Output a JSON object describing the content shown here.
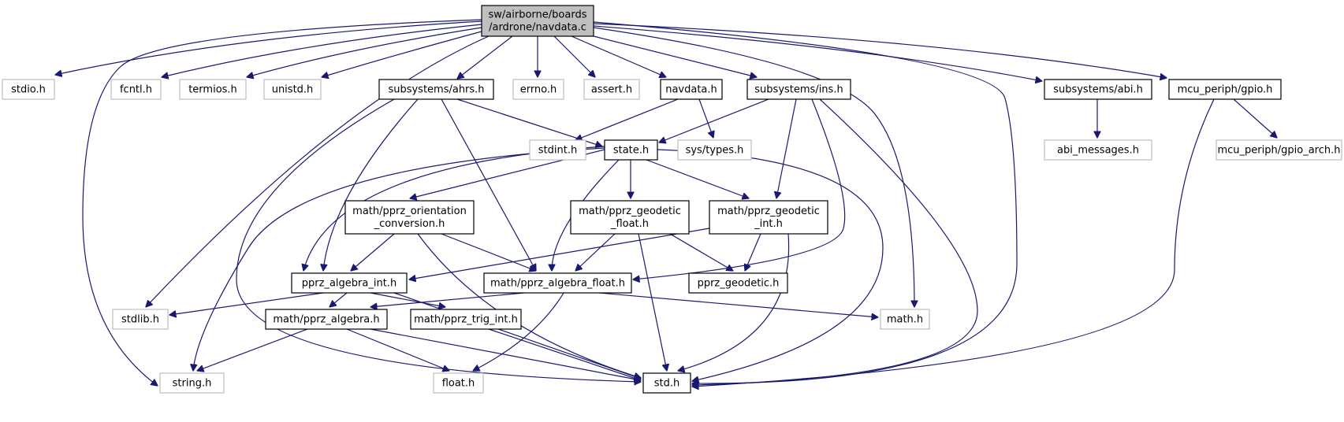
{
  "graph": {
    "root": "navdata_c",
    "colors": {
      "edge": "#191970",
      "root_fill": "#bfbfbf",
      "node_border": "#000000",
      "external_border": "#bfbfbf",
      "text": "#000000"
    },
    "nodes": [
      {
        "id": "navdata_c",
        "lines": [
          "sw/airborne/boards",
          "/ardrone/navdata.c"
        ],
        "kind": "root"
      },
      {
        "id": "stdio_h",
        "lines": [
          "stdio.h"
        ],
        "kind": "external"
      },
      {
        "id": "fcntl_h",
        "lines": [
          "fcntl.h"
        ],
        "kind": "external"
      },
      {
        "id": "termios_h",
        "lines": [
          "termios.h"
        ],
        "kind": "external"
      },
      {
        "id": "unistd_h",
        "lines": [
          "unistd.h"
        ],
        "kind": "external"
      },
      {
        "id": "ahrs_h",
        "lines": [
          "subsystems/ahrs.h"
        ],
        "kind": "internal"
      },
      {
        "id": "errno_h",
        "lines": [
          "errno.h"
        ],
        "kind": "external"
      },
      {
        "id": "assert_h",
        "lines": [
          "assert.h"
        ],
        "kind": "external"
      },
      {
        "id": "navdata_h",
        "lines": [
          "navdata.h"
        ],
        "kind": "internal"
      },
      {
        "id": "ins_h",
        "lines": [
          "subsystems/ins.h"
        ],
        "kind": "internal"
      },
      {
        "id": "abi_h",
        "lines": [
          "subsystems/abi.h"
        ],
        "kind": "internal"
      },
      {
        "id": "gpio_h",
        "lines": [
          "mcu_periph/gpio.h"
        ],
        "kind": "internal"
      },
      {
        "id": "stdint_h",
        "lines": [
          "stdint.h"
        ],
        "kind": "external"
      },
      {
        "id": "state_h",
        "lines": [
          "state.h"
        ],
        "kind": "internal"
      },
      {
        "id": "systypes_h",
        "lines": [
          "sys/types.h"
        ],
        "kind": "external"
      },
      {
        "id": "abimsg_h",
        "lines": [
          "abi_messages.h"
        ],
        "kind": "external"
      },
      {
        "id": "gpioarch_h",
        "lines": [
          "mcu_periph/gpio_arch.h"
        ],
        "kind": "external"
      },
      {
        "id": "orient_h",
        "lines": [
          "math/pprz_orientation",
          "_conversion.h"
        ],
        "kind": "internal"
      },
      {
        "id": "geofloat_h",
        "lines": [
          "math/pprz_geodetic",
          "_float.h"
        ],
        "kind": "internal"
      },
      {
        "id": "geoint_h",
        "lines": [
          "math/pprz_geodetic",
          "_int.h"
        ],
        "kind": "internal"
      },
      {
        "id": "algint_h",
        "lines": [
          "pprz_algebra_int.h"
        ],
        "kind": "internal"
      },
      {
        "id": "algfloat_h",
        "lines": [
          "math/pprz_algebra_float.h"
        ],
        "kind": "internal"
      },
      {
        "id": "geodetic_h",
        "lines": [
          "pprz_geodetic.h"
        ],
        "kind": "internal"
      },
      {
        "id": "stdlib_h",
        "lines": [
          "stdlib.h"
        ],
        "kind": "external"
      },
      {
        "id": "algebra_h",
        "lines": [
          "math/pprz_algebra.h"
        ],
        "kind": "internal"
      },
      {
        "id": "trigint_h",
        "lines": [
          "math/pprz_trig_int.h"
        ],
        "kind": "internal"
      },
      {
        "id": "math_h",
        "lines": [
          "math.h"
        ],
        "kind": "external"
      },
      {
        "id": "string_h",
        "lines": [
          "string.h"
        ],
        "kind": "external"
      },
      {
        "id": "float_h",
        "lines": [
          "float.h"
        ],
        "kind": "external"
      },
      {
        "id": "std_h",
        "lines": [
          "std.h"
        ],
        "kind": "internal"
      }
    ],
    "edges": [
      [
        "navdata_c",
        "stdio_h"
      ],
      [
        "navdata_c",
        "fcntl_h"
      ],
      [
        "navdata_c",
        "termios_h"
      ],
      [
        "navdata_c",
        "unistd_h"
      ],
      [
        "navdata_c",
        "ahrs_h"
      ],
      [
        "navdata_c",
        "errno_h"
      ],
      [
        "navdata_c",
        "assert_h"
      ],
      [
        "navdata_c",
        "navdata_h"
      ],
      [
        "navdata_c",
        "ins_h"
      ],
      [
        "navdata_c",
        "abi_h"
      ],
      [
        "navdata_c",
        "gpio_h"
      ],
      [
        "navdata_c",
        "string_h"
      ],
      [
        "navdata_c",
        "stdlib_h"
      ],
      [
        "navdata_c",
        "math_h"
      ],
      [
        "navdata_c",
        "std_h"
      ],
      [
        "ahrs_h",
        "state_h"
      ],
      [
        "ahrs_h",
        "algint_h"
      ],
      [
        "ahrs_h",
        "algfloat_h"
      ],
      [
        "ahrs_h",
        "std_h"
      ],
      [
        "navdata_h",
        "stdint_h"
      ],
      [
        "navdata_h",
        "systypes_h"
      ],
      [
        "ins_h",
        "state_h"
      ],
      [
        "ins_h",
        "geoint_h"
      ],
      [
        "ins_h",
        "algfloat_h"
      ],
      [
        "ins_h",
        "std_h"
      ],
      [
        "abi_h",
        "abimsg_h"
      ],
      [
        "gpio_h",
        "gpioarch_h"
      ],
      [
        "gpio_h",
        "std_h"
      ],
      [
        "state_h",
        "orient_h"
      ],
      [
        "state_h",
        "geofloat_h"
      ],
      [
        "state_h",
        "geoint_h"
      ],
      [
        "state_h",
        "algint_h"
      ],
      [
        "state_h",
        "algfloat_h"
      ],
      [
        "state_h",
        "std_h"
      ],
      [
        "state_h",
        "string_h"
      ],
      [
        "orient_h",
        "algint_h"
      ],
      [
        "orient_h",
        "algfloat_h"
      ],
      [
        "orient_h",
        "std_h"
      ],
      [
        "geofloat_h",
        "algfloat_h"
      ],
      [
        "geofloat_h",
        "geodetic_h"
      ],
      [
        "geofloat_h",
        "std_h"
      ],
      [
        "geoint_h",
        "geodetic_h"
      ],
      [
        "geoint_h",
        "algint_h"
      ],
      [
        "geoint_h",
        "std_h"
      ],
      [
        "algint_h",
        "stdlib_h"
      ],
      [
        "algint_h",
        "algebra_h"
      ],
      [
        "algint_h",
        "trigint_h"
      ],
      [
        "algint_h",
        "std_h"
      ],
      [
        "algfloat_h",
        "algebra_h"
      ],
      [
        "algfloat_h",
        "math_h"
      ],
      [
        "algfloat_h",
        "float_h"
      ],
      [
        "algebra_h",
        "string_h"
      ],
      [
        "algebra_h",
        "float_h"
      ],
      [
        "algebra_h",
        "std_h"
      ],
      [
        "trigint_h",
        "std_h"
      ]
    ]
  }
}
